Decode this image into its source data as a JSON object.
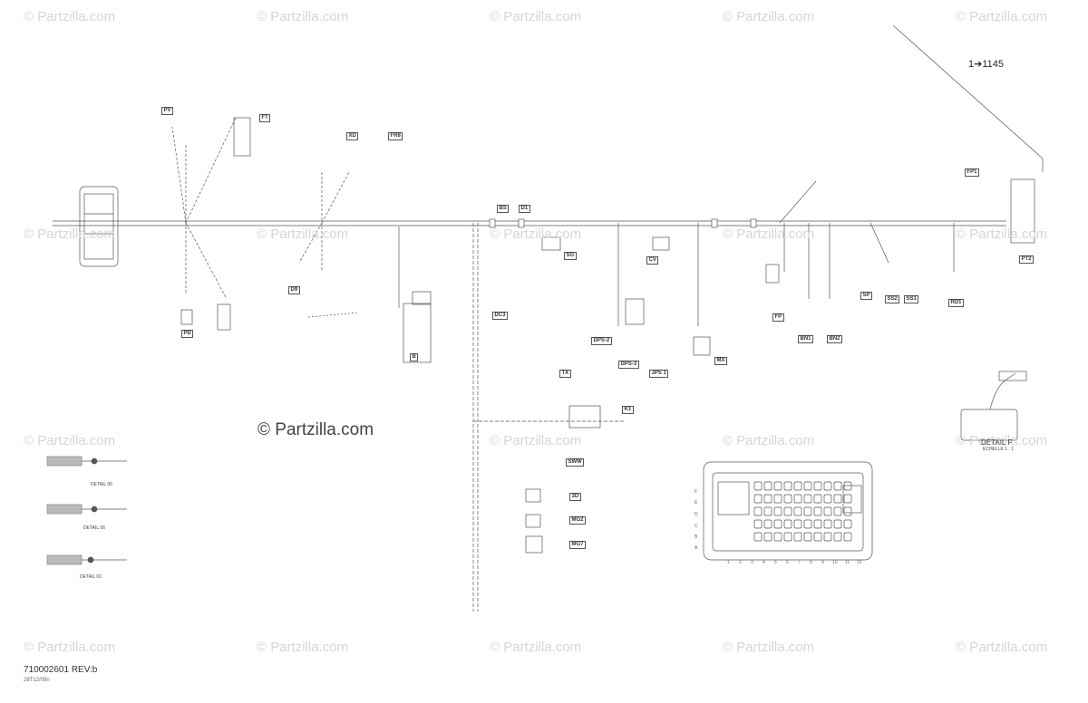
{
  "watermark": "© Partzilla.com",
  "copyright": "© Partzilla.com",
  "reference": "1➔1145",
  "footer": {
    "code": "710002601 REV:b",
    "date": "28T12/09n"
  },
  "connector_codes": [
    "PV",
    "FT",
    "XD",
    "FR8",
    "BS",
    "D1",
    "SG",
    "PD",
    "D9",
    "DC3",
    "DPS-2",
    "DPS-3",
    "JPS 1",
    "TX",
    "K1",
    "SWW",
    "3D",
    "MG2",
    "MG7",
    "FP",
    "BN1",
    "BN2",
    "SP",
    "SS2",
    "SS1",
    "RD1",
    "FP1",
    "PT2",
    "B",
    "MX",
    "CV"
  ],
  "detail_labels": [
    "DETAIL 06",
    "DETAIL 06",
    "DETAIL 02",
    "DETAIL F"
  ],
  "detail_f_sub": "ECHELLE 1 : 1",
  "fuse_box": {
    "row_letters": [
      "F",
      "E",
      "D",
      "C",
      "B",
      "A"
    ],
    "col_numbers": [
      "1",
      "2",
      "3",
      "4",
      "5",
      "6",
      "7",
      "8",
      "9",
      "10",
      "11",
      "12"
    ]
  },
  "colors": {
    "line": "#555555",
    "watermark": "#d6d6d6"
  }
}
